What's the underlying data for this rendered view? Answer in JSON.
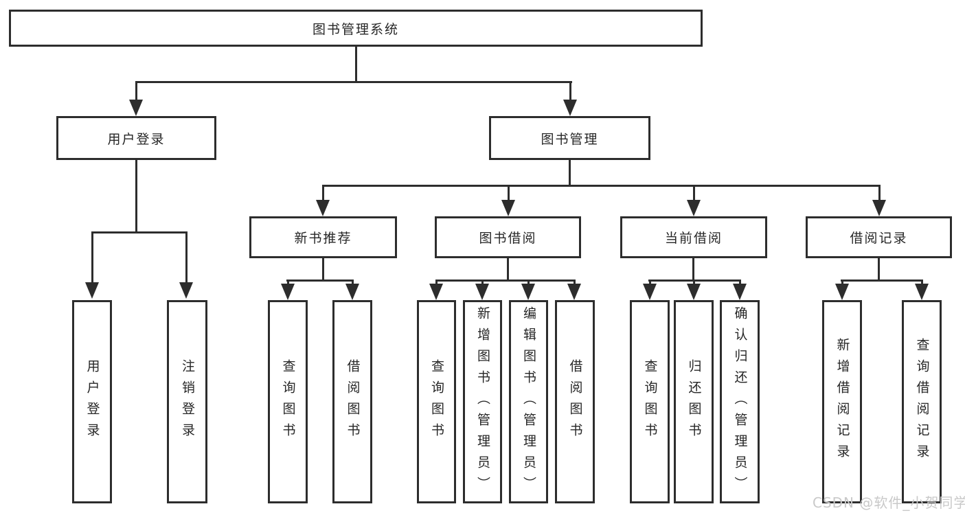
{
  "nodes": {
    "root": "图书管理系统",
    "level2": [
      "用户登录",
      "图书管理"
    ],
    "level3": [
      "新书推荐",
      "图书借阅",
      "当前借阅",
      "借阅记录"
    ],
    "leaves_login": [
      "用户登录",
      "注销登录"
    ],
    "leaves_newbook": [
      "查询图书",
      "借阅图书"
    ],
    "leaves_borrow": [
      "查询图书",
      "新增图书（管理员）",
      "编辑图书（管理员）",
      "借阅图书"
    ],
    "leaves_current": [
      "查询图书",
      "归还图书",
      "确认归还（管理员）"
    ],
    "leaves_records": [
      "新增借阅记录",
      "查询借阅记录"
    ]
  },
  "watermark": "CSDN @软件_小贺同学",
  "colors": {
    "line": "#2d2d2d",
    "text": "#262626",
    "watermark": "#c9c9c9",
    "background": "#ffffff"
  }
}
